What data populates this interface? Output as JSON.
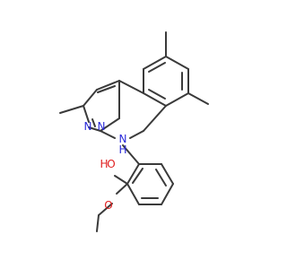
{
  "molecule": {
    "atoms": {
      "hn_n": "N",
      "hn_h": "H",
      "n_left": "N",
      "n_right": "N",
      "oh_o": "O",
      "oh_h": "H",
      "ome_o": "O"
    },
    "colors": {
      "bond": "#3a3a3a",
      "nitrogen": "#2a2ad9",
      "oxygen": "#e02020",
      "background": "#ffffff"
    }
  }
}
